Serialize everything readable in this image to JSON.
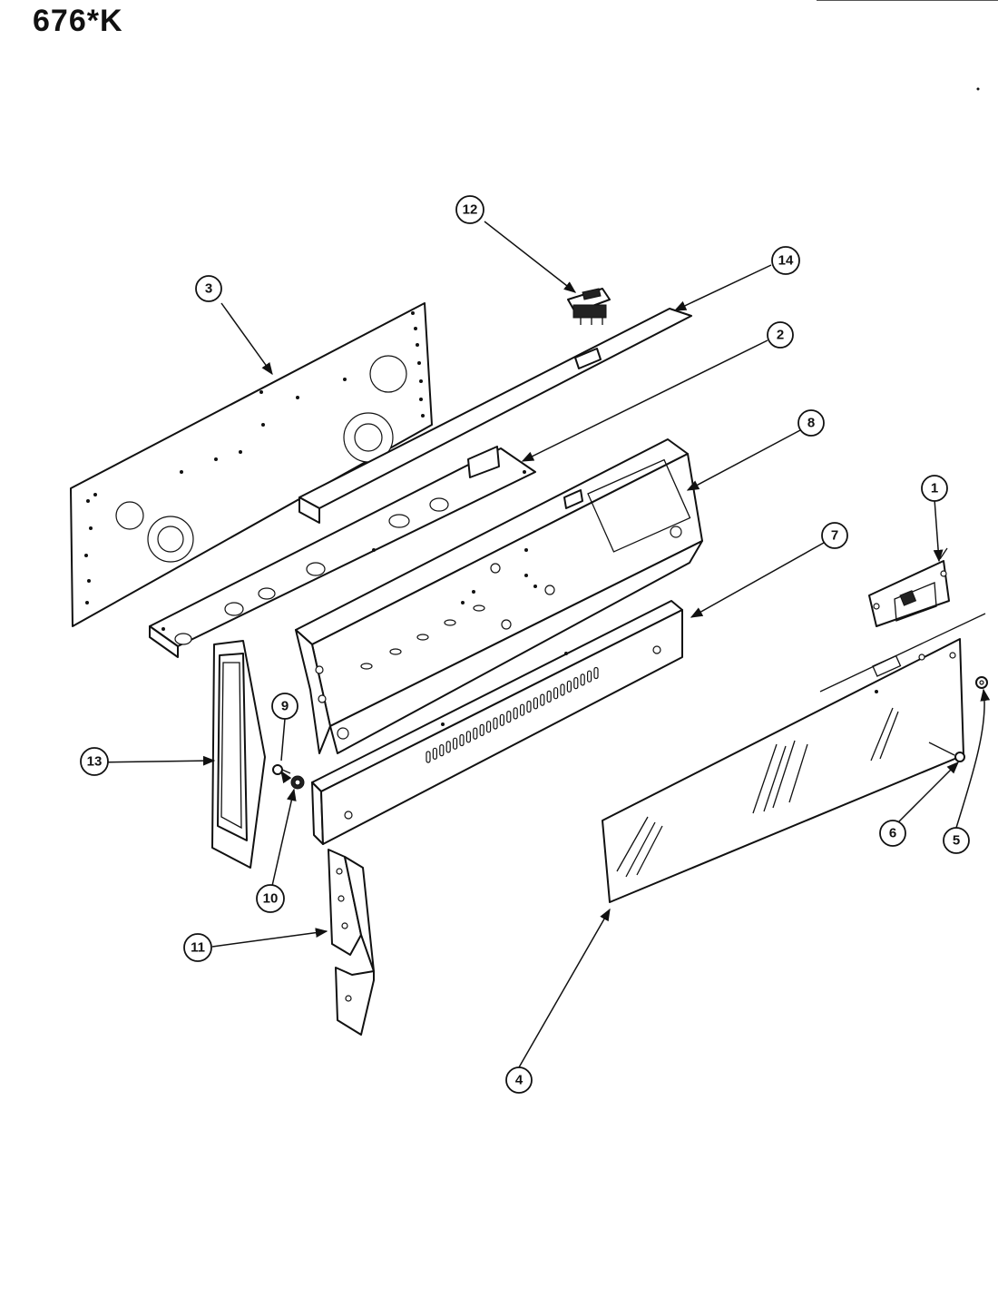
{
  "title": "676*K",
  "callouts": [
    {
      "id": "1",
      "label": "1"
    },
    {
      "id": "2",
      "label": "2"
    },
    {
      "id": "3",
      "label": "3"
    },
    {
      "id": "4",
      "label": "4"
    },
    {
      "id": "5",
      "label": "5"
    },
    {
      "id": "6",
      "label": "6"
    },
    {
      "id": "7",
      "label": "7"
    },
    {
      "id": "8",
      "label": "8"
    },
    {
      "id": "9",
      "label": "9"
    },
    {
      "id": "10",
      "label": "10"
    },
    {
      "id": "11",
      "label": "11"
    },
    {
      "id": "12",
      "label": "12"
    },
    {
      "id": "13",
      "label": "13"
    },
    {
      "id": "14",
      "label": "14"
    }
  ]
}
